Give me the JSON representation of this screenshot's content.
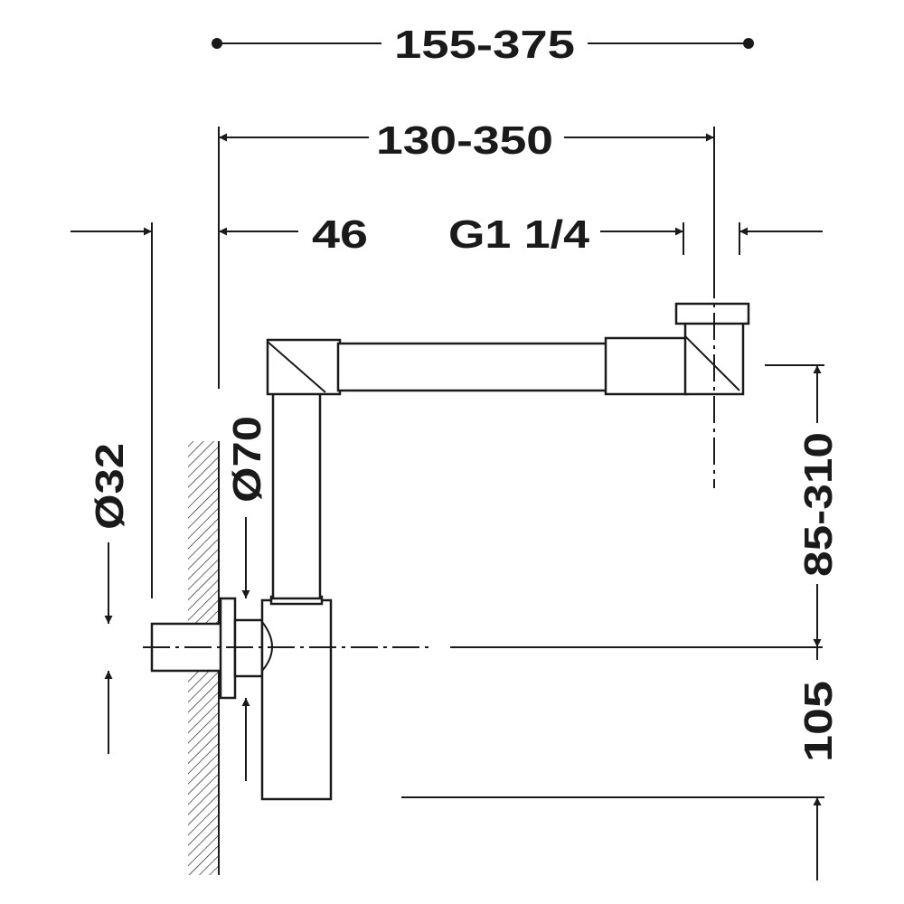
{
  "diagram": {
    "dimensions": {
      "overall_width": "155-375",
      "outlet_length": "130-350",
      "wall_offset": "46",
      "thread": "G1 1/4",
      "outlet_diameter": "Ø32",
      "body_diameter": "Ø70",
      "height_range": "85-310",
      "bottom_height": "105"
    }
  }
}
